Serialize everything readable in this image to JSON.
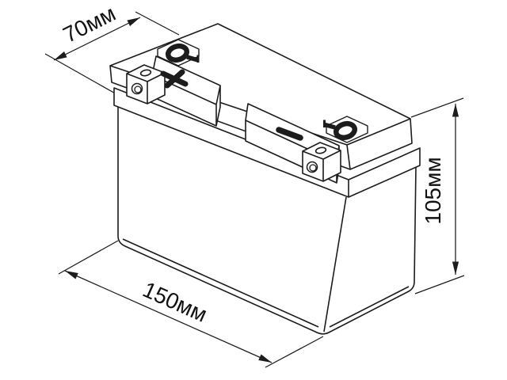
{
  "page": {
    "background": "#ffffff"
  },
  "diagram": {
    "type": "technical-dimension-drawing",
    "subject": "battery",
    "line_color": "#1c1c1c",
    "text_color": "#111111",
    "dimensions": {
      "depth": {
        "label": "70мм",
        "value_mm": 70
      },
      "length": {
        "label": "150мм",
        "value_mm": 150
      },
      "height": {
        "label": "105мм",
        "value_mm": 105
      }
    },
    "battery": {
      "positive_terminal_symbol": "+",
      "negative_terminal_symbol": "−"
    }
  }
}
